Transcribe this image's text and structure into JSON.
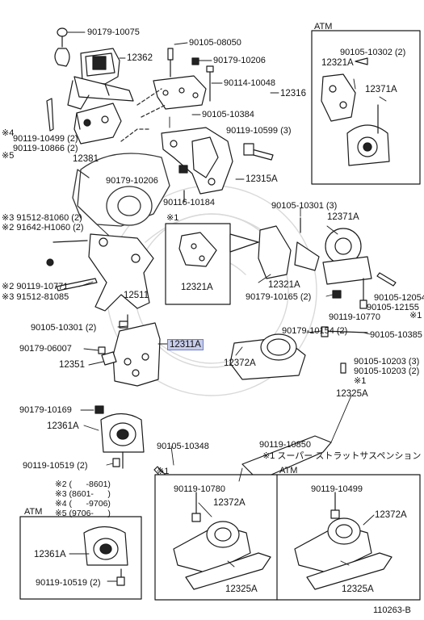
{
  "labels": {
    "p90179_10075": "90179-10075",
    "p12362": "12362",
    "p90105_08050": "90105-08050",
    "p90179_10206_top": "90179-10206",
    "p90114_10048": "90114-10048",
    "p12316": "12316",
    "p90105_10384": "90105-10384",
    "star4": "※4",
    "p90119_10499_2": "90119-10499 (2)",
    "p90119_10866_2": "90119-10866 (2)",
    "star5": "※5",
    "p12381": "12381",
    "p90119_10599_3": "90119-10599 (3)",
    "p90179_10206_mid": "90179-10206",
    "p12315A": "12315A",
    "p90116_10184": "90116-10184",
    "star3_91512_81060": "※3 91512-81060 (2)",
    "star2_91642_h1060": "※2 91642-H1060 (2)",
    "p90105_10301_3": "90105-10301 (3)",
    "p12371A_mid": "12371A",
    "star1_a": "※1",
    "p12321A_inset": "12321A",
    "p12321A_mid": "12321A",
    "star2_90119_10771": "※2 90119-10771",
    "star3_91512_81085": "※3 91512-81085",
    "p12511": "12511",
    "p90179_10165_2": "90179-10165 (2)",
    "p90105_12054": "90105-12054",
    "p90105_12155": "90105-12155",
    "p90119_10770": "90119-10770",
    "star1_b": "※1",
    "p90105_10301_2": "90105-10301 (2)",
    "p12311A": "12311A",
    "p90179_10154_2": "90179-10154 (2)",
    "p90179_06007": "90179-06007",
    "p90105_10385": "90105-10385",
    "p12351": "12351",
    "p12372A_mid": "12372A",
    "p90105_10203_3": "90105-10203 (3)",
    "p90105_10203_2": "90105-10203 (2)",
    "star1_c": "※1",
    "p90179_10169": "90179-10169",
    "p12325A_mid": "12325A",
    "p12361A_mid": "12361A",
    "p90105_10348": "90105-10348",
    "p90119_10850": "90119-10850",
    "star1_note": "※1 スーパー ストラットサスペンション",
    "p90119_10519_2_mid": "90119-10519 (2)",
    "atm_tr_title": "ATM",
    "p90105_10302_2": "90105-10302 (2)",
    "p12321A_atm": "12321A",
    "p12371A_atm": "12371A",
    "bottom_star1": "※1",
    "atm_br_title": "ATM",
    "p90119_10780": "90119-10780",
    "p12372A_bl": "12372A",
    "p12325A_bl": "12325A",
    "p90119_10499_br": "90119-10499",
    "p12372A_br": "12372A",
    "p12325A_br": "12325A",
    "atm_bl_title": "ATM",
    "p12361A_atm": "12361A",
    "p90119_10519_2_atm": "90119-10519 (2)",
    "notes_line1": "※2 (      -8601)",
    "notes_line2": "※3 (8601-      )",
    "notes_line3": "※4 (      -9706)",
    "notes_line4": "※5 (9706-      )",
    "ref_code": "110263-B"
  }
}
